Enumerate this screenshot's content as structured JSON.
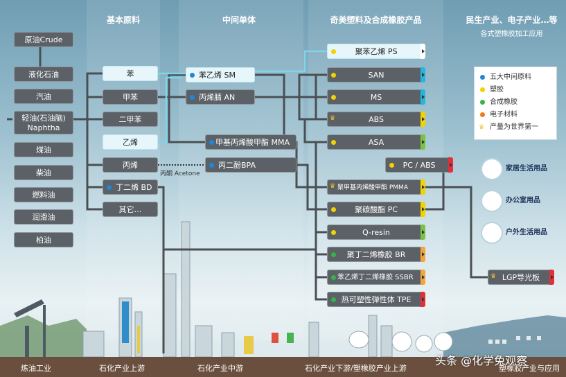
{
  "headers": {
    "col1": "基本原料",
    "col2": "中间单体",
    "col3": "奇美塑料及合成橡胶产品",
    "col4": "民生产业、电子产业…等",
    "col4_sub": "各式塑橡胶加工应用"
  },
  "crude": "原油Crude",
  "refinery": [
    "液化石油",
    "汽油",
    "轻油(石油脑)\nNaphtha",
    "煤油",
    "柴油",
    "燃料油",
    "润滑油",
    "柏油"
  ],
  "basic": [
    "苯",
    "甲苯",
    "二甲苯",
    "乙烯",
    "丙烯",
    "丁二烯 BD",
    "其它…"
  ],
  "monomers": [
    "苯乙烯 SM",
    "丙烯腈 AN",
    "甲基丙烯酸甲酯 MMA",
    "丙二酚BPA"
  ],
  "acetone": "丙酮 Acetone",
  "products": [
    "聚苯乙烯 PS",
    "SAN",
    "MS",
    "ABS",
    "ASA",
    "聚甲基丙烯酸甲酯 PMMA",
    "聚碳酸酯 PC",
    "Q-resin",
    "聚丁二烯橡胶 BR",
    "苯乙烯丁二烯橡胶 SSBR",
    "热可塑性弹性体 TPE"
  ],
  "pc_abs": "PC / ABS",
  "lgp": "LGP导光板",
  "legend": [
    "五大中间原料",
    "塑胶",
    "合成橡胶",
    "电子材料",
    "产量为世界第一"
  ],
  "apps": [
    "家居生活用品",
    "办公室用品",
    "户外生活用品"
  ],
  "footer": [
    "炼油工业",
    "石化产业上游",
    "石化产业中游",
    "石化产业下游/塑橡胶产业上游",
    "塑橡胶产业与应用"
  ],
  "watermark": "头条 @化学兔观察",
  "colors": {
    "blue": "#1e88d8",
    "yellow": "#f2d200",
    "green": "#35b34a",
    "orange": "#f07a1e",
    "red": "#e0303a",
    "cyan": "#24b6dc",
    "highlight": "#e6f6fb"
  }
}
